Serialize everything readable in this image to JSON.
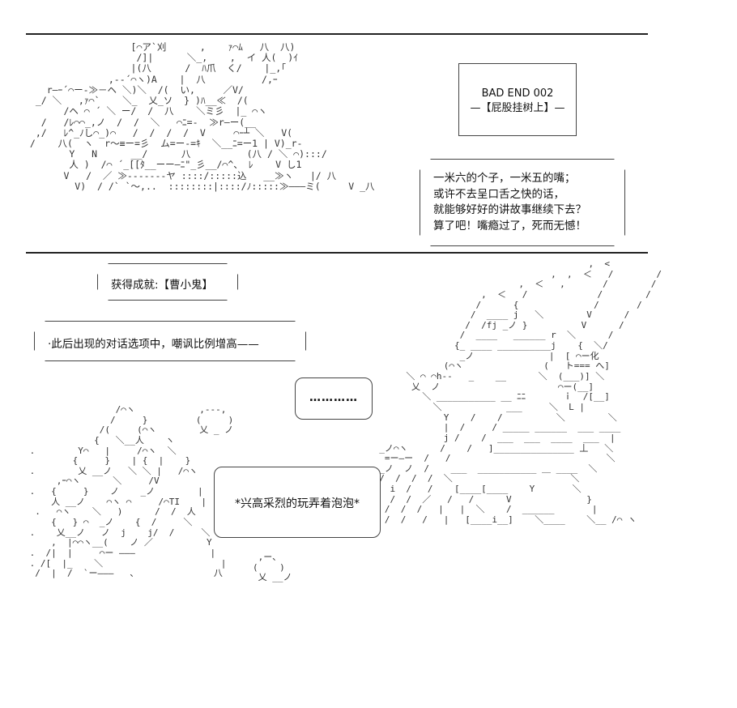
{
  "title_box": {
    "line1": "BAD END 002",
    "line2": "—【屁股挂树上】—"
  },
  "speech": {
    "lines": [
      "一米六的个子，一米五的嘴；",
      "或许不去呈口舌之快的话，",
      "就能够好好的讲故事继续下去？",
      "算了吧！嘴瘾过了，死而无憾！"
    ]
  },
  "achievement": {
    "text": "获得成就:【曹小鬼】"
  },
  "notice": {
    "text": "·此后出现的对话选项中，嘲讽比例增高——"
  },
  "thought": {
    "text": "…………"
  },
  "action": {
    "text": "*兴高采烈的玩弄着泡泡*"
  }
}
